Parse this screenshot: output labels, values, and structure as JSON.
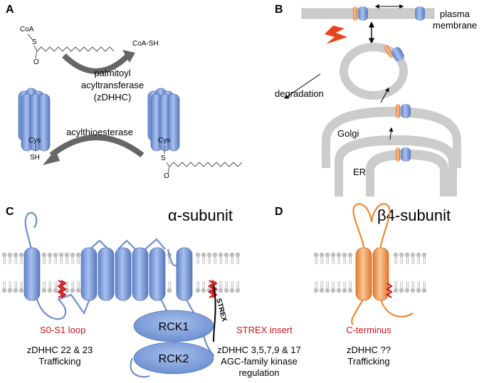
{
  "panels": {
    "a": {
      "letter": "A",
      "coa": "CoA",
      "s1": "S",
      "o1": "O",
      "coa_sh": "CoA-SH",
      "enzyme1_l1": "palmitoyl",
      "enzyme1_l2": "acyltransferase",
      "enzyme1_l3": "(zDHHC)",
      "enzyme2": "acylthioesterase",
      "cys_left": "Cys",
      "sh_left": "SH",
      "cys_right": "Cys",
      "s2": "S",
      "o2": "O"
    },
    "b": {
      "letter": "B",
      "plasma": "plasma",
      "membrane": "membrane",
      "degradation": "degradation",
      "golgi": "Golgi",
      "er": "ER"
    },
    "c": {
      "letter": "C",
      "title": "α-subunit",
      "s0s1": "S0-S1 loop",
      "zdhhc1_l1": "zDHHC 22 & 23",
      "zdhhc1_l2": "Trafficking",
      "rck1": "RCK1",
      "rck2": "RCK2",
      "strex_tag": "STREX",
      "strex_insert": "STREX insert",
      "zdhhc2_l1": "zDHHC 3,5,7,9 & 17",
      "zdhhc2_l2": "AGC-family kinase",
      "zdhhc2_l3": "regulation"
    },
    "d": {
      "letter": "D",
      "title": "β4-subunit",
      "cterm": "C-terminus",
      "zdhhc_l1": "zDHHC ??",
      "zdhhc_l2": "Trafficking"
    }
  },
  "colors": {
    "channel_blue": "#7d9fdc",
    "channel_blue_dark": "#4d6fb5",
    "beta_orange": "#f08a34",
    "palmitate_red": "#d0141b",
    "membrane_grey": "#cfcfcf",
    "lipid_grey": "#b5b5b5"
  }
}
